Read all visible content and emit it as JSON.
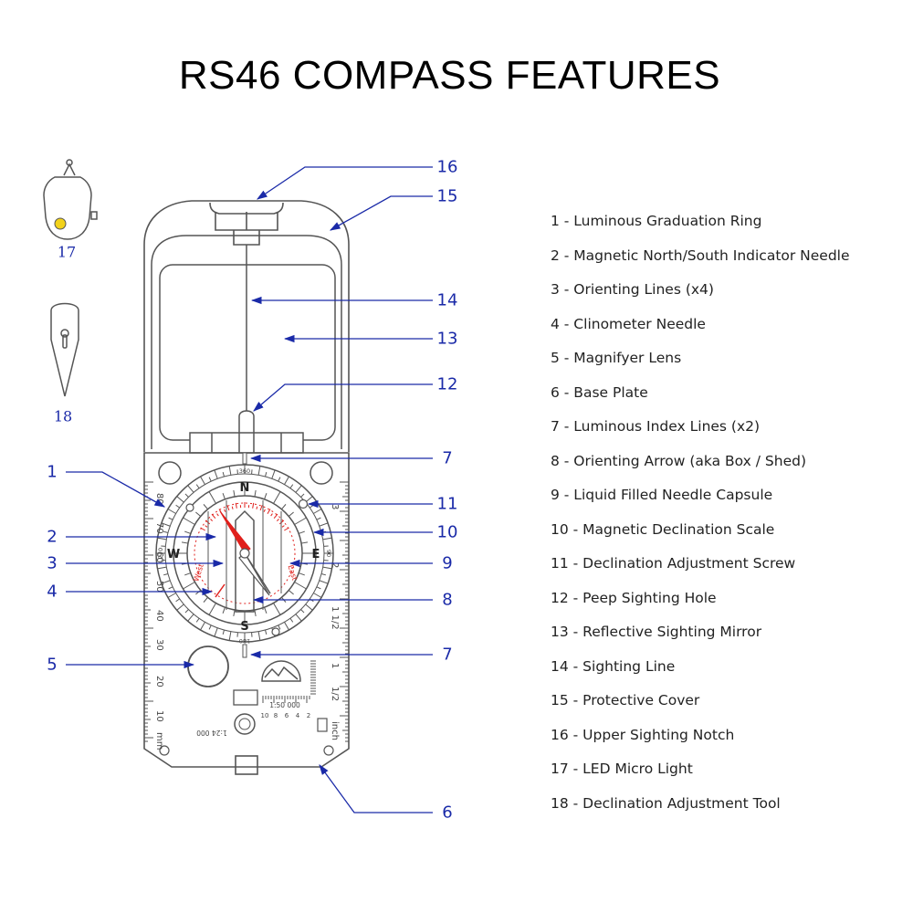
{
  "title": "RS46 COMPASS FEATURES",
  "legend": [
    {
      "num": "1",
      "text": "1 - Luminous Graduation Ring"
    },
    {
      "num": "2",
      "text": "2 - Magnetic North/South Indicator Needle"
    },
    {
      "num": "3",
      "text": "3 - Orienting Lines (x4)"
    },
    {
      "num": "4",
      "text": "4 - Clinometer Needle"
    },
    {
      "num": "5",
      "text": "5 - Magnifyer Lens"
    },
    {
      "num": "6",
      "text": "6 - Base Plate"
    },
    {
      "num": "7",
      "text": "7 - Luminous Index Lines (x2)"
    },
    {
      "num": "8",
      "text": "8 - Orienting Arrow (aka Box / Shed)"
    },
    {
      "num": "9",
      "text": "9 - Liquid Filled Needle Capsule"
    },
    {
      "num": "10",
      "text": "10 - Magnetic Declination Scale"
    },
    {
      "num": "11",
      "text": "11 - Declination Adjustment Screw"
    },
    {
      "num": "12",
      "text": "12 - Peep Sighting Hole"
    },
    {
      "num": "13",
      "text": "13 - Reflective Sighting Mirror"
    },
    {
      "num": "14",
      "text": "14 - Sighting Line"
    },
    {
      "num": "15",
      "text": "15 - Protective Cover"
    },
    {
      "num": "16",
      "text": "16 - Upper Sighting Notch"
    },
    {
      "num": "17",
      "text": "17 - LED Micro Light"
    },
    {
      "num": "18",
      "text": "18 - Declination Adjustment Tool"
    }
  ],
  "callouts": {
    "c1": "1",
    "c2": "2",
    "c3": "3",
    "c4": "4",
    "c5": "5",
    "c6": "6",
    "c7a": "7",
    "c7b": "7",
    "c8": "8",
    "c9": "9",
    "c10": "10",
    "c11": "11",
    "c12": "12",
    "c13": "13",
    "c14": "14",
    "c15": "15",
    "c16": "16"
  },
  "parts": {
    "p17": "17",
    "p18": "18"
  },
  "dial": {
    "n": "N",
    "e": "E",
    "s": "S",
    "w": "W",
    "top_deg": "360",
    "bottom_deg": "180",
    "right_deg": "90",
    "left_deg": "270"
  },
  "declination": {
    "west": "West",
    "east": "East"
  },
  "scales": {
    "left_mm": [
      "80",
      "70",
      "60",
      "50",
      "40",
      "30",
      "20",
      "10",
      "mm"
    ],
    "right_inch": [
      "3",
      "2",
      "1 1/2",
      "1",
      "1/2",
      "inch"
    ],
    "scale_1_50000": "1:50 000",
    "scale_1_24000": "1:24 000",
    "bottom_nums": [
      "10",
      "8",
      "6",
      "4",
      "2"
    ]
  },
  "colors": {
    "callout": "#1a2aa8",
    "needle_north": "#e0201c",
    "outline": "#555555",
    "led": "#f2d21a"
  }
}
